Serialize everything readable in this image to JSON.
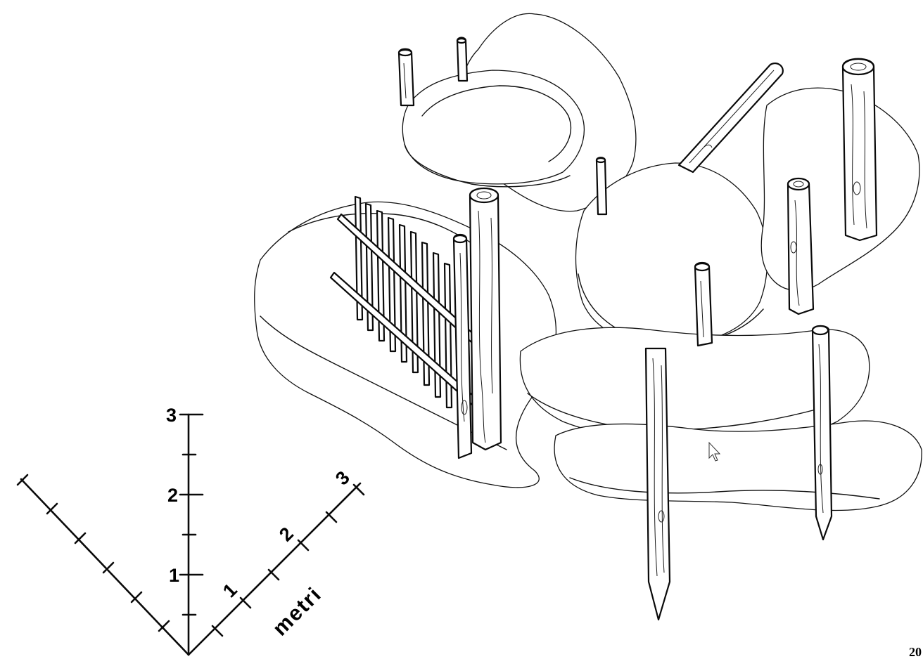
{
  "scale": {
    "vertical_ticks": [
      "1",
      "2",
      "3"
    ],
    "right_ticks": [
      "1",
      "2",
      "3"
    ],
    "unit": "metri"
  },
  "page_number": "20"
}
